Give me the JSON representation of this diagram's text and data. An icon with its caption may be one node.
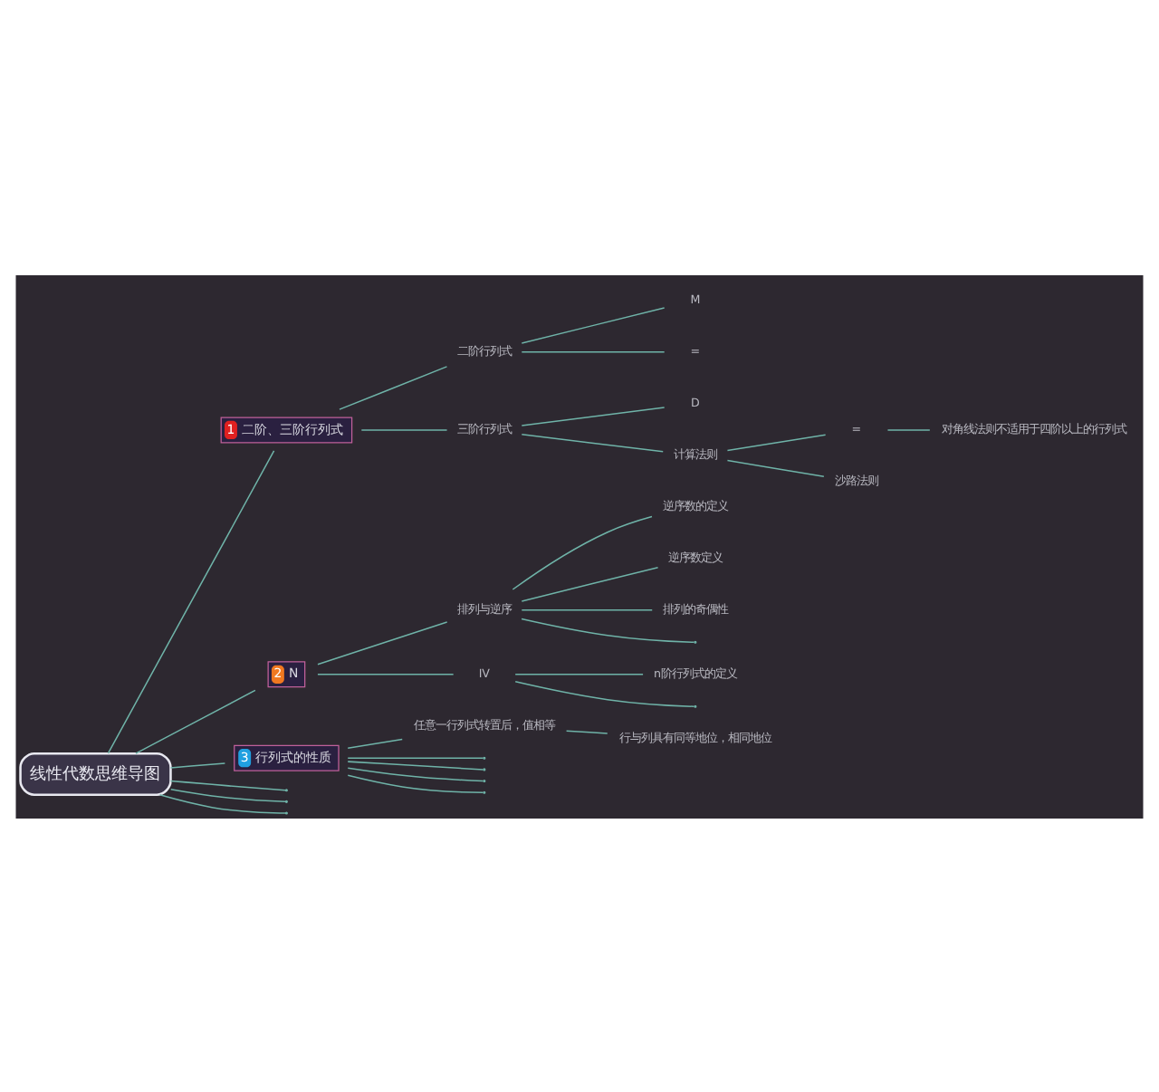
{
  "diagram": {
    "nodes": [
      {
        "text": [
          "线性代数思维导图"
        ]
      },
      {
        "text": [
          "1",
          "二阶、三阶行列式"
        ]
      },
      {
        "text": [
          "二阶行列式"
        ]
      },
      {
        "text": [
          "M"
        ]
      },
      {
        "text": [
          "="
        ]
      },
      {
        "text": [
          "三阶行列式"
        ]
      },
      {
        "text": [
          "D"
        ]
      },
      {
        "text": [
          "计算法则"
        ]
      },
      {
        "text": [
          "="
        ]
      },
      {
        "text": [
          "对角线法则不适用于四阶以上的行列式"
        ]
      },
      {
        "text": [
          "沙路法则"
        ]
      },
      {
        "text": [
          "2",
          "N"
        ]
      },
      {
        "text": [
          "排列与逆序"
        ]
      },
      {
        "text": [
          "逆序数的定义"
        ]
      },
      {
        "text": [
          "逆序数定义"
        ]
      },
      {
        "text": [
          "排列的奇偶性"
        ]
      },
      {
        "text": [],
        "shape": "line"
      },
      {
        "text": [
          "IV"
        ]
      },
      {
        "text": [
          "n阶行列式的定义"
        ]
      },
      {
        "text": [],
        "shape": "line"
      },
      {
        "text": [
          "3",
          "行列式的性质"
        ]
      },
      {
        "text": [
          "任意一行列式转置后，值相等"
        ]
      },
      {
        "text": [
          "行与列具有同等地位，相同地位"
        ]
      },
      {
        "text": [],
        "shape": "line"
      },
      {
        "text": [],
        "shape": "line"
      },
      {
        "text": [],
        "shape": "line"
      },
      {
        "text": [],
        "shape": "line"
      },
      {
        "text": [],
        "shape": "line"
      },
      {
        "text": [],
        "shape": "line"
      },
      {
        "text": [],
        "shape": "line"
      }
    ],
    "edges": [
      {
        "from": 0,
        "to": 1,
        "arrow": "none"
      },
      {
        "from": 1,
        "to": 2,
        "arrow": "none"
      },
      {
        "from": 2,
        "to": 3,
        "arrow": "none"
      },
      {
        "from": 2,
        "to": 4,
        "arrow": "none"
      },
      {
        "from": 1,
        "to": 5,
        "arrow": "none"
      },
      {
        "from": 5,
        "to": 6,
        "arrow": "none"
      },
      {
        "from": 5,
        "to": 7,
        "arrow": "none"
      },
      {
        "from": 7,
        "to": 8,
        "arrow": "none"
      },
      {
        "from": 8,
        "to": 9,
        "arrow": "none"
      },
      {
        "from": 7,
        "to": 10,
        "arrow": "none"
      },
      {
        "from": 0,
        "to": 11,
        "arrow": "none"
      },
      {
        "from": 11,
        "to": 12,
        "arrow": "none"
      },
      {
        "from": 12,
        "to": 13,
        "arrow": "none"
      },
      {
        "from": 12,
        "to": 14,
        "arrow": "none"
      },
      {
        "from": 12,
        "to": 15,
        "arrow": "none"
      },
      {
        "from": 12,
        "to": 16,
        "arrow": "none"
      },
      {
        "from": 11,
        "to": 17,
        "arrow": "none"
      },
      {
        "from": 17,
        "to": 18,
        "arrow": "none"
      },
      {
        "from": 17,
        "to": 19,
        "arrow": "none"
      },
      {
        "from": 0,
        "to": 20,
        "arrow": "none"
      },
      {
        "from": 20,
        "to": 21,
        "arrow": "none"
      },
      {
        "from": 21,
        "to": 22,
        "arrow": "none"
      },
      {
        "from": 20,
        "to": 23,
        "arrow": "none"
      },
      {
        "from": 20,
        "to": 24,
        "arrow": "none"
      },
      {
        "from": 20,
        "to": 25,
        "arrow": "none"
      },
      {
        "from": 20,
        "to": 26,
        "arrow": "none"
      },
      {
        "from": 0,
        "to": 27,
        "arrow": "none"
      },
      {
        "from": 0,
        "to": 28,
        "arrow": "none"
      },
      {
        "from": 0,
        "to": 29,
        "arrow": "none"
      }
    ]
  }
}
